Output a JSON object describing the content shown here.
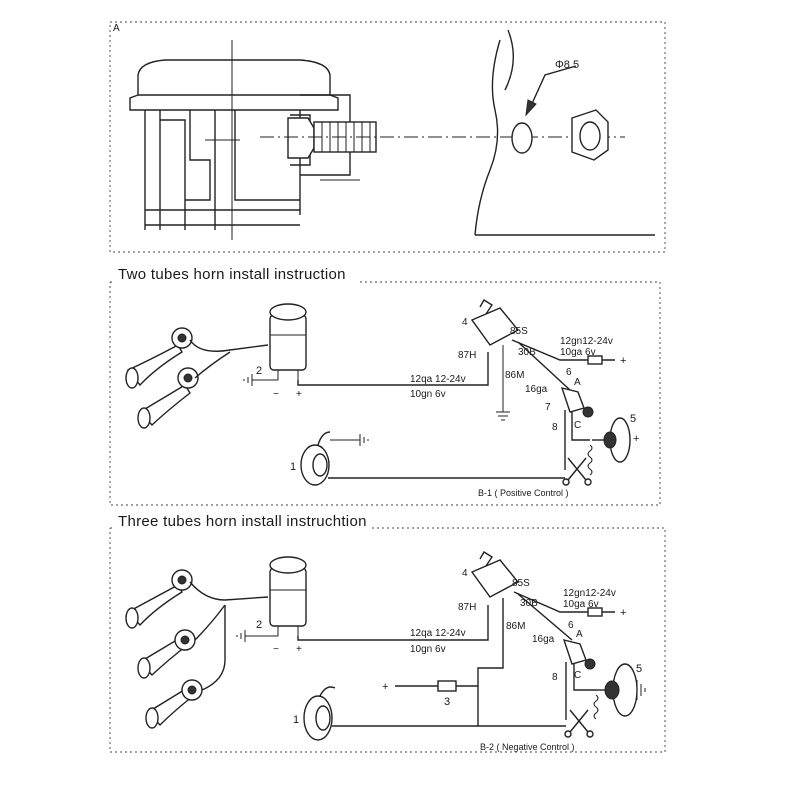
{
  "panel_a": {
    "label": "A",
    "hole_dim": "Φ8.5"
  },
  "panel_b1": {
    "title": "Two tubes horn install instruction",
    "caption": "B-1 ( Positive Control )",
    "relay": {
      "pin_4": "4",
      "pin_85s": "85S",
      "pin_87h": "87H",
      "pin_30b": "30B",
      "pin_86m": "86M"
    },
    "wires": {
      "supply_a": "12gn12-24v",
      "supply_b": "10ga 6v",
      "main_a": "12qa 12-24v",
      "main_b": "10gn 6v",
      "switch_wire": "16ga"
    },
    "terminals": {
      "minus": "−",
      "plus": "+",
      "plus_right": "+",
      "plus_wheel": "+"
    },
    "parts": {
      "n1": "1",
      "n2": "2",
      "n5": "5",
      "n6": "6",
      "n7": "7",
      "n8": "8",
      "a": "A",
      "c": "C"
    }
  },
  "panel_b2": {
    "title": "Three tubes horn install instruchtion",
    "caption": "B-2 ( Negative Control )",
    "relay": {
      "pin_4": "4",
      "pin_85s": "85S",
      "pin_87h": "87H",
      "pin_30b": "30B",
      "pin_86m": "86M"
    },
    "wires": {
      "supply_a": "12gn12-24v",
      "supply_b": "10ga 6v",
      "main_a": "12qa 12-24v",
      "main_b": "10gn 6v",
      "switch_wire": "16ga"
    },
    "terminals": {
      "minus": "−",
      "plus": "+",
      "plus_right": "+",
      "plus_left": "+"
    },
    "parts": {
      "n1": "1",
      "n2": "2",
      "n3": "3",
      "n5": "5",
      "n6": "6",
      "n8": "8",
      "a": "A",
      "c": "C"
    }
  }
}
